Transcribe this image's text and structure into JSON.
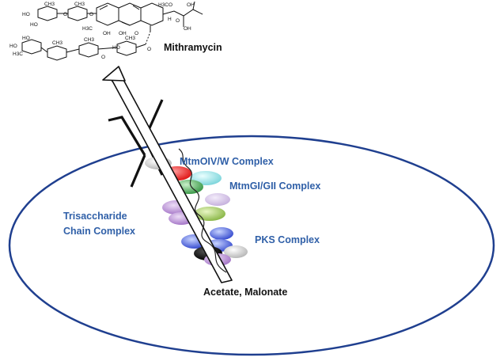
{
  "product": "Mithramycin",
  "substrates": "Acetate, Malonate",
  "complexes": {
    "tailoring": "MtmOIV/W Complex",
    "glycosyltransferase": "MtmGI/GII Complex",
    "trisaccharide_line1": "Trisaccharide",
    "trisaccharide_line2": "Chain Complex",
    "pks": "PKS Complex"
  },
  "structure_atoms": {
    "oh": "OH",
    "ho": "HO",
    "ch3": "CH3",
    "h3c": "H3C",
    "h3co": "H3CO",
    "o": "O",
    "h": "H"
  },
  "colors": {
    "label_blue": "#3060a8",
    "text_black": "#111111",
    "cell_outline": "#1f3f8f"
  }
}
